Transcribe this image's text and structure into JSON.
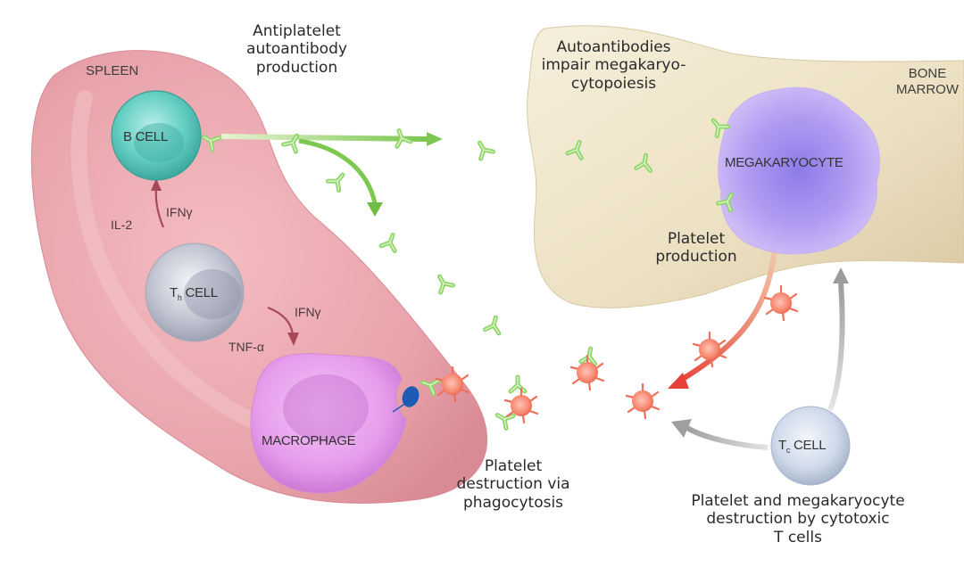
{
  "organs": {
    "spleen": "SPLEEN",
    "bone_marrow_line1": "BONE",
    "bone_marrow_line2": "MARROW"
  },
  "cells": {
    "b_cell": "B CELL",
    "th_cell_main": "T",
    "th_cell_sub": "h",
    "th_cell_suffix": "CELL",
    "macrophage": "MACROPHAGE",
    "megakaryocyte": "MEGAKARYOCYTE",
    "tc_cell_main": "T",
    "tc_cell_sub": "c",
    "tc_cell_suffix": "CELL"
  },
  "cytokines": {
    "il2": "IL-2",
    "ifng_b": "IFNγ",
    "ifng_m": "IFNγ",
    "tnfa": "TNF-α"
  },
  "captions": {
    "antiplatelet": [
      "Antiplatelet",
      "autoantibody",
      "production"
    ],
    "impair": [
      "Autoantibodies",
      "impair megakaryo-",
      "cytopoiesis"
    ],
    "production": [
      "Platelet",
      "production"
    ],
    "phagocytosis": [
      "Platelet",
      "destruction via",
      "phagocytosis"
    ],
    "cytotoxic": [
      "Platelet and megakaryocyte",
      "destruction by cytotoxic",
      "T cells"
    ]
  },
  "colors": {
    "spleen": "#e8a3aa",
    "bone": "#eee3c8",
    "b_cell": "#5fd0c4",
    "th_cell": "#c9ccd8",
    "macrophage": "#e7a0ec",
    "megakaryocyte": "#b49af0",
    "tc_cell": "#cdd9ea",
    "antibody": "#8fd66a",
    "platelet": "#f4806a",
    "arrow_green": "#7cc850",
    "arrow_red": "#e8483e",
    "arrow_gray": "#a9a9a9",
    "arrow_cytokine": "#a8495a"
  }
}
